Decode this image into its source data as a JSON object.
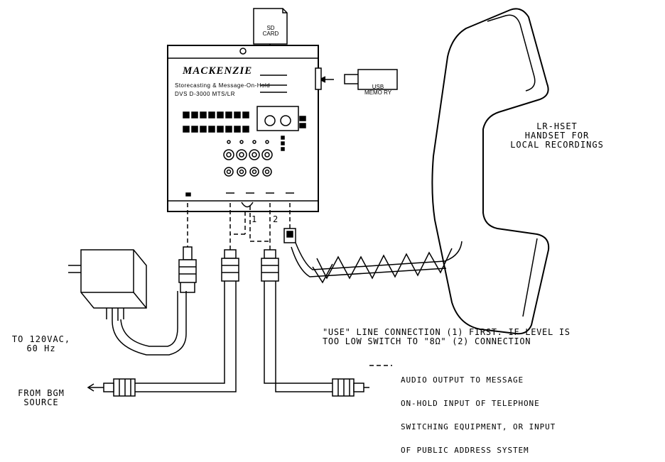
{
  "sd_card": {
    "line1": "SD",
    "line2": "CARD"
  },
  "usb": {
    "line1": "USB",
    "line2": "MEMO RY"
  },
  "device": {
    "brand": "MACKENZIE",
    "subtitle": "Storecasting & Message-On-Hold",
    "model": "DVS D-3000 MTS/LR"
  },
  "handset": {
    "line1": "LR-HSET",
    "line2": "HANDSET FOR",
    "line3": "LOCAL RECORDINGS"
  },
  "connection_numbers": {
    "one": "1",
    "two": "2"
  },
  "power": {
    "line1": "TO 120VAC,",
    "line2": "60 Hz"
  },
  "bgm": {
    "line1": "FROM BGM",
    "line2": "SOURCE"
  },
  "note": {
    "line1": "\"USE\" LINE CONNECTION (1) FIRST. IF LEVEL IS",
    "line2": "TOO LOW SWITCH TO \"8Ω\" (2) CONNECTION"
  },
  "audio_output": {
    "line1": "AUDIO OUTPUT TO MESSAGE",
    "line2": "ON-HOLD INPUT OF TELEPHONE",
    "line3": "SWITCHING EQUIPMENT, OR INPUT",
    "line4": "OF PUBLIC ADDRESS SYSTEM"
  }
}
